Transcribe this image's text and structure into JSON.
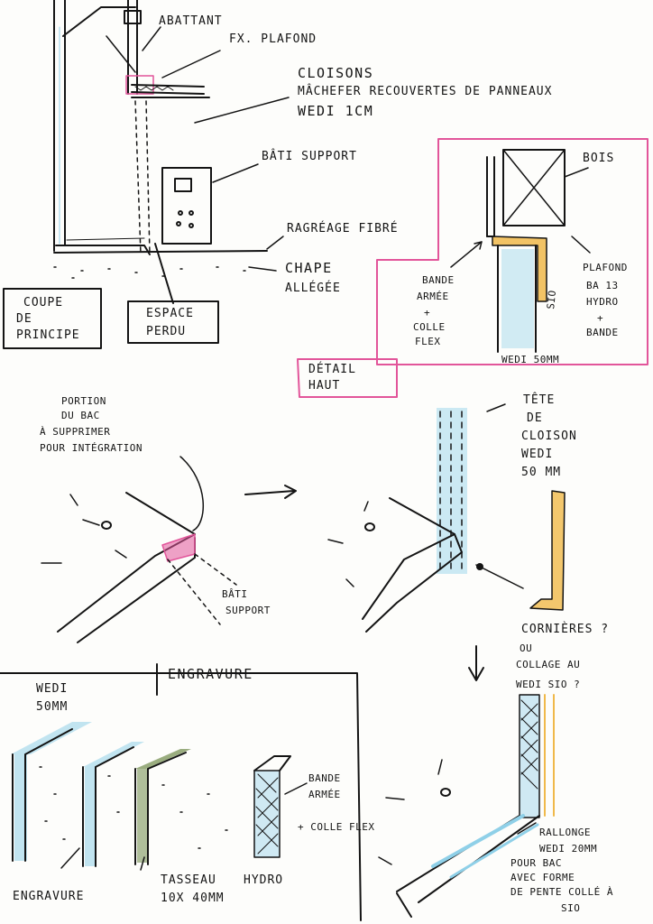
{
  "labels": {
    "abattant": "ABATTANT",
    "fx_plafond": "FX. PLAFOND",
    "cloisons_line1": "CLOISONS",
    "cloisons_line2": "MÂCHEFER RECOUVERTES DE PANNEAUX",
    "cloisons_line3": "WEDI 1cm",
    "bati_support": "BÂTI SUPPORT",
    "ragreage_fibre": "RAGRÉAGE FIBRÉ",
    "chape_line1": "CHAPE",
    "chape_line2": "ALLÉGÉE",
    "coupe_line1": "COUPE",
    "coupe_line2": "DE",
    "coupe_line3": "PRINCIPE",
    "espace_line1": "ESPACE",
    "espace_line2": "PERDU",
    "bois": "BOIS",
    "bande_line1": "BANDE",
    "bande_line2": "ARMÉE",
    "bande_line3": "+",
    "bande_line4": "COLLE",
    "bande_line5": "FLEX",
    "sio": "SIO",
    "wedi_50mm": "WEDI 50mm",
    "plafond_line1": "PLAFOND",
    "plafond_line2": "BA 13",
    "plafond_line3": "HYDRO",
    "plafond_line4": "+",
    "plafond_line5": "BANDE",
    "detail_line1": "DÉTAIL",
    "detail_line2": "HAUT",
    "portion_line1": "PORTION",
    "portion_line2": "DU BAC",
    "portion_line3": "À SUPPRIMER",
    "portion_line4": "POUR INTÉGRATION",
    "bati_support2_line1": "BÂTI",
    "bati_support2_line2": "SUPPORT",
    "tete_line1": "TÊTE",
    "tete_line2": "DE",
    "tete_line3": "CLOISON",
    "tete_line4": "WEDI",
    "tete_line5": "50 mm",
    "corniere_line1": "CORNIÈRES ?",
    "corniere_line2": "OU",
    "corniere_line3": "COLLAGE AU",
    "corniere_line4": "WEDI SIO ?",
    "engravure_title": "ENGRAVURE",
    "wedi50_line1": "WEDI",
    "wedi50_line2": "50mm",
    "bande2_line1": "BANDE",
    "bande2_line2": "ARMÉE",
    "bande2_line3": "+ COLLE FLEX",
    "engravure_caption": "ENGRAVURE",
    "tasseau_line1": "TASSEAU",
    "tasseau_line2": "10x 40mm",
    "hydro": "HYDRO",
    "rallonge_line1": "RALLONGE",
    "rallonge_line2": "WEDI 20mm",
    "rallonge_line3": "POUR BAC",
    "rallonge_line4": "AVEC FORME",
    "rallonge_line5": "DE PENTE COLLÉ À",
    "rallonge_line6": "SIO"
  },
  "colors": {
    "ink": "#141414",
    "pink": "#e2559a",
    "wedi_blue": "#8fd0e8",
    "wood_orange": "#f0b94a",
    "tasseau_green": "#6f8a4a"
  }
}
